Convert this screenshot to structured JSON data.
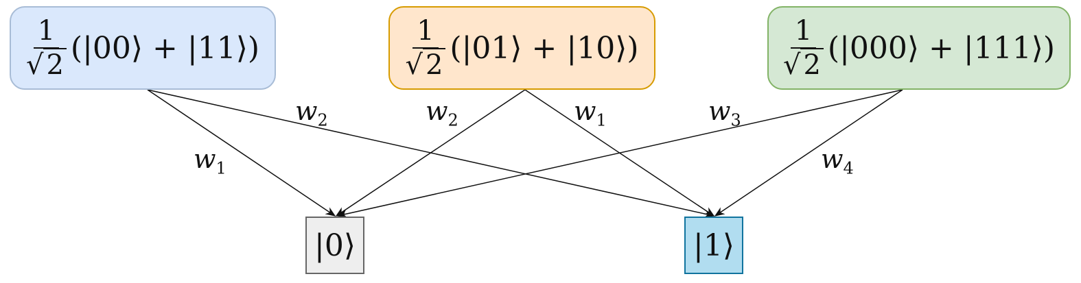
{
  "source_nodes": [
    {
      "numerator": "1",
      "radical": "√",
      "radicand": "2",
      "expression": "(|00⟩ + |11⟩)",
      "fill": "#dae8fc",
      "stroke": "#a8bcd6"
    },
    {
      "numerator": "1",
      "radical": "√",
      "radicand": "2",
      "expression": "(|01⟩ + |10⟩)",
      "fill": "#ffe6cc",
      "stroke": "#d79b00"
    },
    {
      "numerator": "1",
      "radical": "√",
      "radicand": "2",
      "expression": "(|000⟩ + |111⟩)",
      "fill": "#d5e8d4",
      "stroke": "#82b366"
    }
  ],
  "target_nodes": [
    {
      "label": "|0⟩",
      "fill": "#eeeeee",
      "stroke": "#666666"
    },
    {
      "label": "|1⟩",
      "fill": "#b1ddf0",
      "stroke": "#10739e"
    }
  ],
  "edges": [
    {
      "from": 0,
      "to": 0,
      "weight": "w",
      "sub": "1"
    },
    {
      "from": 0,
      "to": 1,
      "weight": "w",
      "sub": "2"
    },
    {
      "from": 1,
      "to": 0,
      "weight": "w",
      "sub": "2"
    },
    {
      "from": 1,
      "to": 1,
      "weight": "w",
      "sub": "1"
    },
    {
      "from": 2,
      "to": 0,
      "weight": "w",
      "sub": "3"
    },
    {
      "from": 2,
      "to": 1,
      "weight": "w",
      "sub": "4"
    }
  ]
}
